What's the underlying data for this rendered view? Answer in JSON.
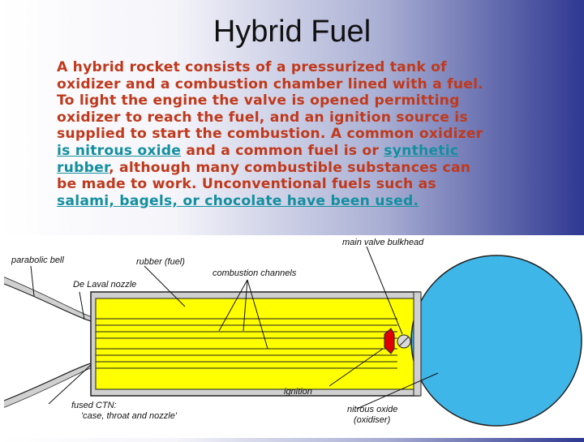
{
  "slide": {
    "title": "Hybrid Fuel",
    "body": {
      "l1": "A hybrid rocket consists of a pressurized tank of",
      "l2": "oxidizer and a combustion chamber lined with a fuel.",
      "l3": "To light the engine the valve is opened permitting",
      "l4": "oxidizer to reach the fuel, and an ignition source is",
      "l5": "supplied to start the combustion. A common oxidizer",
      "l6_link": "is nitrous oxide",
      "l6_text": " and a common fuel is or ",
      "l6_link2": "synthetic",
      "l7_link": "rubber",
      "l7_text": ", although many combustible substances can",
      "l8": "be made to work. Unconventional fuels such as",
      "l9_link": "salami, bagels, or chocolate have been used."
    }
  },
  "diagram": {
    "labels": {
      "parabolic_bell": "parabolic bell",
      "rubber_fuel": "rubber (fuel)",
      "de_laval": "De Laval nozzle",
      "combustion_channels": "combustion channels",
      "main_valve": "main valve bulkhead",
      "ignition": "ignition",
      "fused_ctn_1": "fused CTN:",
      "fused_ctn_2": "'case, throat and nozzle'",
      "nitrous_1": "nitrous oxide",
      "nitrous_2": "(oxidiser)"
    },
    "colors": {
      "tank": "#3fb6e8",
      "fuel": "#ffff00",
      "nozzle": "#d0d0d0",
      "igniter": "#e00000",
      "outline": "#222222"
    }
  }
}
